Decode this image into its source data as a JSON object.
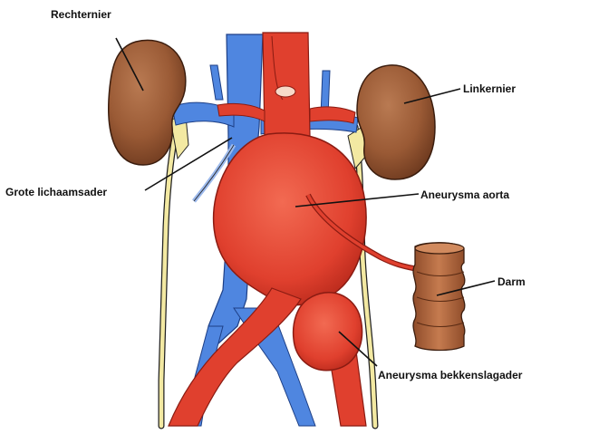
{
  "labels": {
    "right_kidney": "Rechternier",
    "left_kidney": "Linkernier",
    "vena_cava": "Grote lichaamsader",
    "aorta_aneurysm": "Aneurysma aorta",
    "intestine": "Darm",
    "iliac_aneurysm": "Aneurysma bekkenslagader"
  },
  "colors": {
    "kidney": "#9a5a35",
    "aorta": "#e0402e",
    "vein": "#4f86e0",
    "ureter": "#f3e9a2",
    "intestine": "#b5673d",
    "outline": "#222222"
  }
}
